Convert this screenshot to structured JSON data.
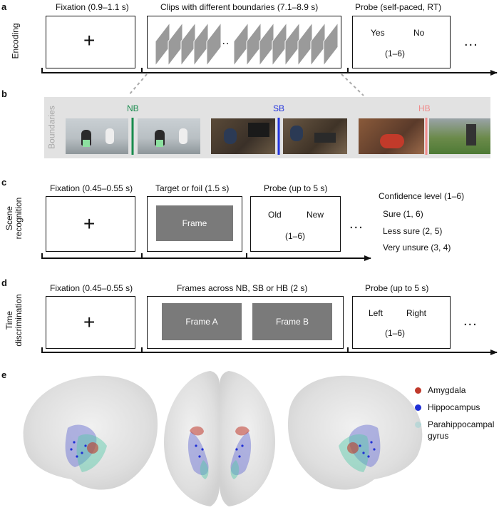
{
  "panel_a": {
    "letter": "a",
    "row_label": "Encoding",
    "fixation_label": "Fixation (0.9–1.1 s)",
    "clips_label": "Clips with different boundaries (7.1–8.9 s)",
    "clips_ellipsis": "...",
    "probe_label": "Probe (self-paced, RT)",
    "probe_yes": "Yes",
    "probe_no": "No",
    "probe_scale": "(1–6)",
    "trailing_ellipsis": "..."
  },
  "panel_b": {
    "letter": "b",
    "row_label": "Boundaries",
    "nb": "NB",
    "sb": "SB",
    "hb": "HB",
    "colors": {
      "nb": "#1a8c4e",
      "sb": "#2233dd",
      "hb": "#f08a8a",
      "band": "#e2e2e2"
    }
  },
  "panel_c": {
    "letter": "c",
    "row_label_line1": "Scene",
    "row_label_line2": "recognition",
    "fixation_label": "Fixation (0.45–0.55 s)",
    "target_label": "Target or foil (1.5 s)",
    "frame_text": "Frame",
    "probe_label": "Probe (up to 5 s)",
    "probe_old": "Old",
    "probe_new": "New",
    "probe_scale": "(1–6)",
    "trailing_ellipsis": "...",
    "confidence_title": "Confidence level (1–6)",
    "confidence_items": [
      "Sure (1, 6)",
      "Less sure (2, 5)",
      "Very unsure (3, 4)"
    ]
  },
  "panel_d": {
    "letter": "d",
    "row_label_line1": "Time",
    "row_label_line2": "discrimination",
    "fixation_label": "Fixation (0.45–0.55 s)",
    "frames_label": "Frames across NB, SB or HB (2 s)",
    "frame_a": "Frame A",
    "frame_b": "Frame B",
    "probe_label": "Probe (up to 5 s)",
    "probe_left": "Left",
    "probe_right": "Right",
    "probe_scale": "(1–6)",
    "trailing_ellipsis": "..."
  },
  "panel_e": {
    "letter": "e",
    "legend": [
      {
        "label": "Amygdala",
        "color": "#c0392b"
      },
      {
        "label": "Hippocampus",
        "color": "#1f2fd6"
      },
      {
        "label": "Parahippocampal",
        "color": "#22e0e0"
      }
    ],
    "legend_cont": "gyrus"
  },
  "fixation_symbol": "+"
}
